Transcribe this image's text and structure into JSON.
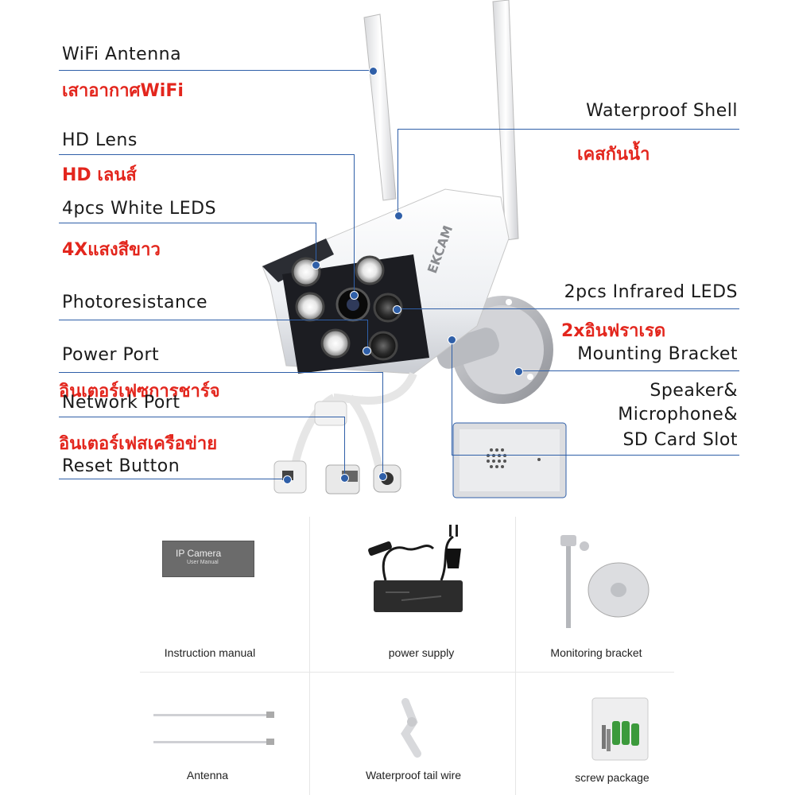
{
  "callouts": {
    "wifi_antenna": {
      "en": "WiFi Antenna",
      "th": "เสาอากาศWiFi"
    },
    "waterproof_shell": {
      "en": "Waterproof Shell",
      "th": "เคสกันน้ำ"
    },
    "hd_lens": {
      "en": "HD Lens",
      "th": "HD เลนส์"
    },
    "white_leds": {
      "en": "4pcs White LEDS",
      "th": "4Xแสงสีขาว"
    },
    "photoresistance": {
      "en": "Photoresistance"
    },
    "infrared_leds": {
      "en": "2pcs Infrared LEDS",
      "th": "2xอินฟราเรด"
    },
    "mounting_bracket": {
      "en": "Mounting Bracket"
    },
    "power_port": {
      "en": "Power Port",
      "th": "อินเตอร์เฟซการชาร์จ"
    },
    "network_port": {
      "en": "Network Port",
      "th": "อินเตอร์เฟสเครือข่าย"
    },
    "reset_button": {
      "en": "Reset Button"
    },
    "speaker_mic_sd": {
      "line1": "Speaker&",
      "line2": "Microphone&",
      "line3": "SD Card Slot"
    }
  },
  "product": {
    "brand_logo": "EKCAM"
  },
  "package_items": [
    {
      "label": "Instruction manual",
      "manual_title": "IP Camera",
      "manual_sub": "User Manual"
    },
    {
      "label": "power supply"
    },
    {
      "label": "Monitoring bracket"
    },
    {
      "label": "Antenna"
    },
    {
      "label": "Waterproof tail wire"
    },
    {
      "label": "screw package"
    }
  ],
  "colors": {
    "leader_line": "#2f5fa8",
    "thai_text": "#e3261d",
    "body_text": "#1a1a1a"
  }
}
